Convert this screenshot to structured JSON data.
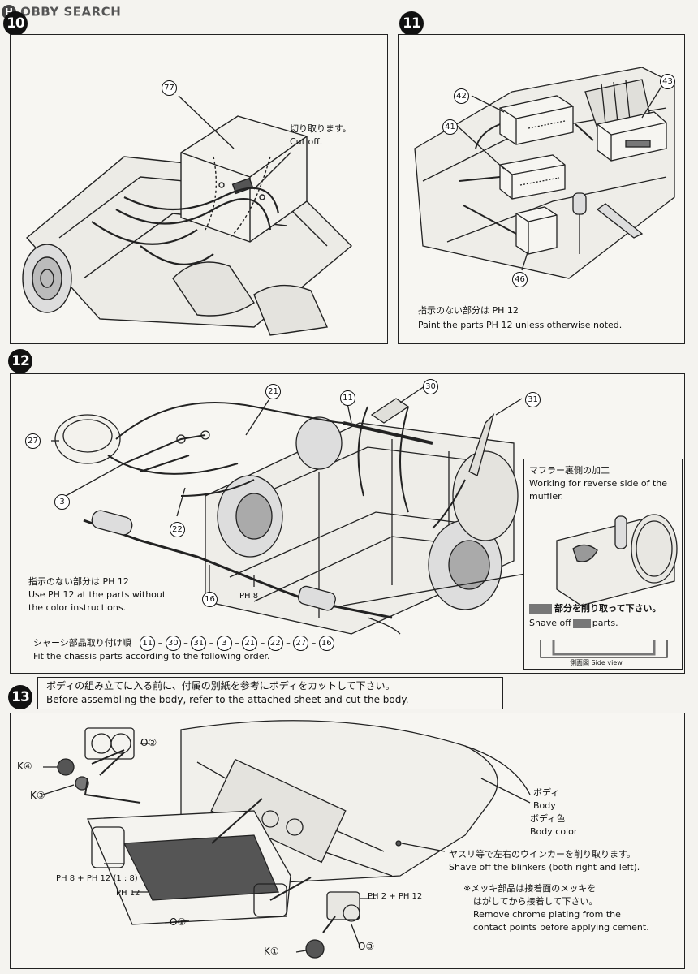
{
  "brand": {
    "prefix": "H",
    "text": "OBBY SEARCH"
  },
  "step10": {
    "num": "10",
    "part": "77",
    "note_jp": "切り取ります。",
    "note_en": "Cut off."
  },
  "step11": {
    "num": "11",
    "parts": [
      "42",
      "41",
      "43",
      "46"
    ],
    "note_jp": "指示のない部分は PH 12",
    "note_en": "Paint the parts PH 12 unless otherwise noted."
  },
  "step12": {
    "num": "12",
    "parts": [
      "21",
      "11",
      "30",
      "31",
      "27",
      "3",
      "22",
      "16"
    ],
    "paint_ref": "PH 8",
    "note_jp": "指示のない部分は PH 12",
    "note_en_1": "Use PH 12 at the parts without",
    "note_en_2": "the color instructions.",
    "order_jp": "シャーシ部品取り付け順",
    "order": [
      "11",
      "30",
      "31",
      "3",
      "21",
      "22",
      "27",
      "16"
    ],
    "order_en": "Fit the chassis parts according to the following order.",
    "muffler": {
      "title_jp": "マフラー裏側の加工",
      "title_en_1": "Working for reverse side of the",
      "title_en_2": "muffler.",
      "shave_jp": "部分を削り取って下さい。",
      "shave_en_pre": "Shave off",
      "shave_en_post": "parts.",
      "side_view": "側面図 Side view"
    }
  },
  "step13": {
    "num": "13",
    "header_jp": "ボディの組み立てに入る前に、付属の別紙を参考にボディをカットして下さい。",
    "header_en": "Before assembling the body, refer to the attached sheet and cut the body.",
    "labels": {
      "o2": "O②",
      "k4": "K④",
      "k3": "K③",
      "paint_grille": "PH 8 + PH 12 (1 : 8)",
      "ph12": "PH 12",
      "o1": "O①",
      "ph2_12": "PH 2 + PH 12",
      "k1": "K①",
      "o3": "O③"
    },
    "body_jp": "ボディ",
    "body_en": "Body",
    "bodycolor_jp": "ボディ色",
    "bodycolor_en": "Body color",
    "blinker_jp": "ヤスリ等で左右のウインカーを削り取ります。",
    "blinker_en": "Shave off the blinkers (both right and left).",
    "chrome_jp_1": "※メッキ部品は接着面のメッキを",
    "chrome_jp_2": "はがしてから接着して下さい。",
    "chrome_en_1": "Remove chrome plating from the",
    "chrome_en_2": "contact points before applying cement."
  }
}
